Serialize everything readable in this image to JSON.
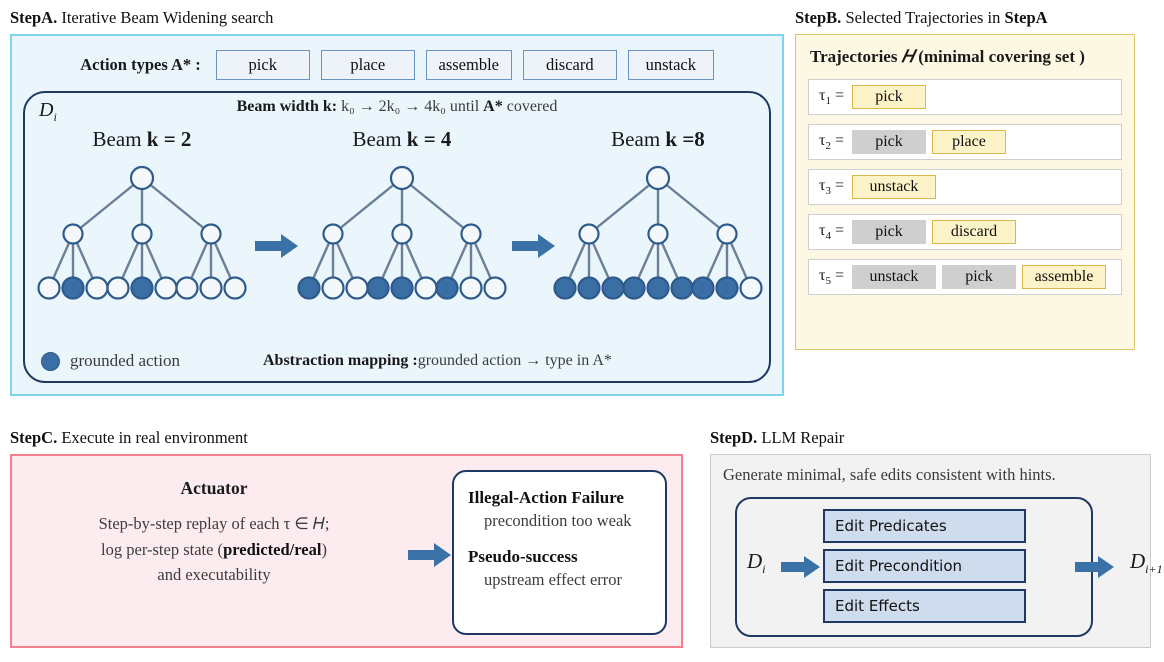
{
  "stepA": {
    "title_bold": "StepA.",
    "title_rest": " Iterative Beam Widening search",
    "action_types_label": "Action types A* :",
    "action_types": [
      "pick",
      "place",
      "assemble",
      "discard",
      "unstack"
    ],
    "di_label": "D",
    "di_sub": "i",
    "beam_width_label": "Beam width k:",
    "beam_width_value": "k₀ → 2k₀ → 4k₀ until",
    "beam_width_astar": "A*",
    "beam_width_tail": "covered",
    "trees": [
      {
        "title_prefix": "Beam ",
        "title_bold": "k = 2",
        "filled_leaves": [
          false,
          true,
          false,
          false,
          true,
          false,
          false,
          false,
          false
        ]
      },
      {
        "title_prefix": "Beam ",
        "title_bold": "k = 4",
        "filled_leaves": [
          true,
          false,
          false,
          true,
          true,
          false,
          true,
          false,
          false
        ]
      },
      {
        "title_prefix": "Beam ",
        "title_bold": "k =8",
        "filled_leaves": [
          true,
          true,
          true,
          true,
          true,
          true,
          true,
          true,
          false
        ]
      }
    ],
    "legend_label": "grounded action",
    "abstraction_label": "Abstraction mapping :",
    "abstraction_value": "grounded action → type in A*"
  },
  "stepB": {
    "title_bold": "StepB.",
    "title_rest": " Selected Trajectories in ",
    "title_bold2": "StepA",
    "header_bold": "Trajectories",
    "header_script": "𝐻",
    "header_rest": "(minimal covering set )",
    "rows": [
      {
        "label": "τ",
        "sub": "1",
        "eq": " =",
        "tokens": [
          {
            "text": "pick",
            "style": "gold"
          }
        ]
      },
      {
        "label": "τ",
        "sub": "2",
        "eq": " =",
        "tokens": [
          {
            "text": "pick",
            "style": "gray"
          },
          {
            "text": "place",
            "style": "gold"
          }
        ]
      },
      {
        "label": "τ",
        "sub": "3",
        "eq": " =",
        "tokens": [
          {
            "text": "unstack",
            "style": "gold"
          }
        ]
      },
      {
        "label": "τ",
        "sub": "4",
        "eq": " =",
        "tokens": [
          {
            "text": "pick",
            "style": "gray"
          },
          {
            "text": "discard",
            "style": "gold"
          }
        ]
      },
      {
        "label": "τ",
        "sub": "5",
        "eq": " =",
        "tokens": [
          {
            "text": "unstack",
            "style": "gray"
          },
          {
            "text": "pick",
            "style": "gray"
          },
          {
            "text": "assemble",
            "style": "gold"
          }
        ]
      }
    ]
  },
  "stepC": {
    "title_bold": "StepC.",
    "title_rest": " Execute in real environment",
    "actuator_title": "Actuator",
    "actuator_line1": "Step-by-step replay of each τ ∈ 𝐻;",
    "actuator_line2_a": "log per-step state (",
    "actuator_line2_b": "predicted/real",
    "actuator_line2_c": ")",
    "actuator_line3": "and executability",
    "failure_title_1": "Illegal-Action Failure",
    "failure_sub_1": "precondition too weak",
    "failure_title_2": "Pseudo-success",
    "failure_sub_2": "upstream effect error"
  },
  "stepD": {
    "title_bold": "StepD.",
    "title_rest": " LLM Repair",
    "caption": "Generate minimal, safe edits consistent with hints.",
    "edits": [
      "Edit Predicates",
      "Edit  Precondition",
      "Edit  Effects"
    ],
    "input_label": "D",
    "input_sub": "i",
    "output_label": "D",
    "output_sub": "i+1"
  },
  "colors": {
    "stepA_bg": "#eaf6fc",
    "stepA_border": "#7fd4ee",
    "stepB_bg": "#fdf8e3",
    "stepB_border": "#d9c96b",
    "stepC_bg": "#fdecef",
    "stepC_border": "#f4808f",
    "stepD_bg": "#f2f2f2",
    "stepD_border": "#cccccc",
    "node_filled": "#3a6ea5",
    "node_empty": "#f4f8fb",
    "node_stroke": "#2d5b8c",
    "arrow_blue": "#3a72a8",
    "token_gold": "#fdf3c8",
    "token_gray": "#cfcfcf",
    "dark_navy": "#1f3864"
  }
}
